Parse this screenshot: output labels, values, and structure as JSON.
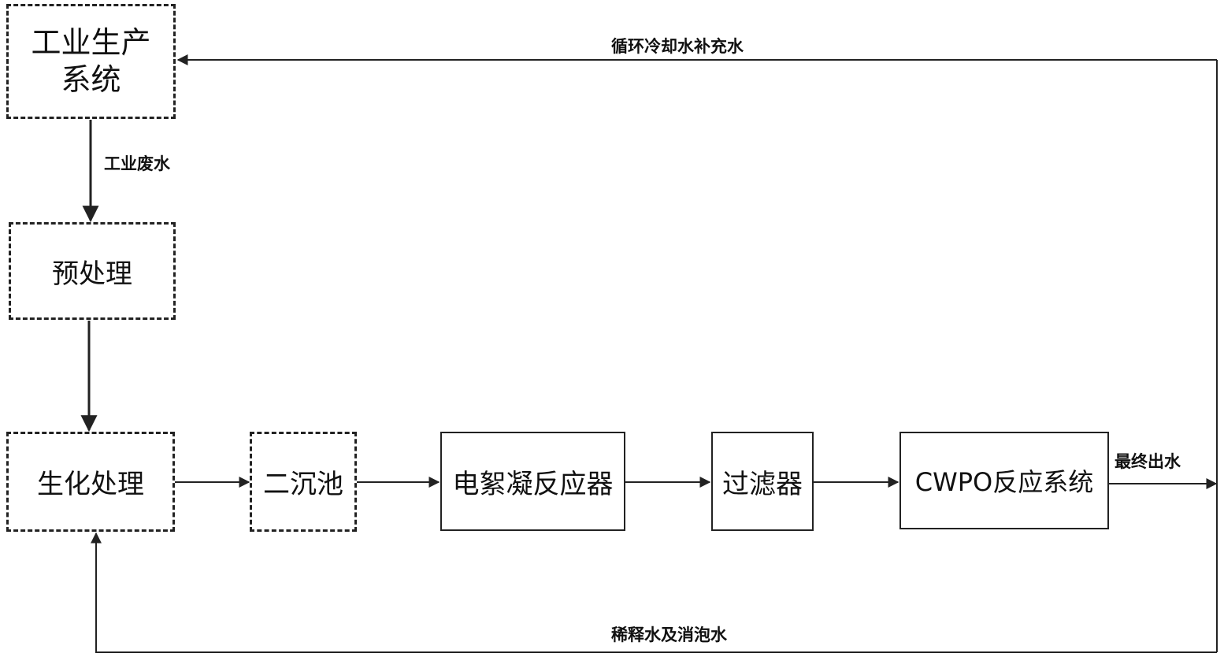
{
  "nodes": {
    "industrial_production": {
      "line1": "工业生产",
      "line2": "系统"
    },
    "pretreatment": "预处理",
    "biochemical": "生化处理",
    "secondary_clarifier": "二沉池",
    "electrocoag": "电絮凝反应器",
    "filter": "过滤器",
    "cwpo": "CWPO反应系统"
  },
  "labels": {
    "recirculation": "循环冷却水补充水",
    "industrial_wastewater": "工业废水",
    "final_effluent": "最终出水",
    "dilution": "稀释水及消泡水"
  },
  "colors": {
    "line": "#222222",
    "background": "#ffffff"
  }
}
